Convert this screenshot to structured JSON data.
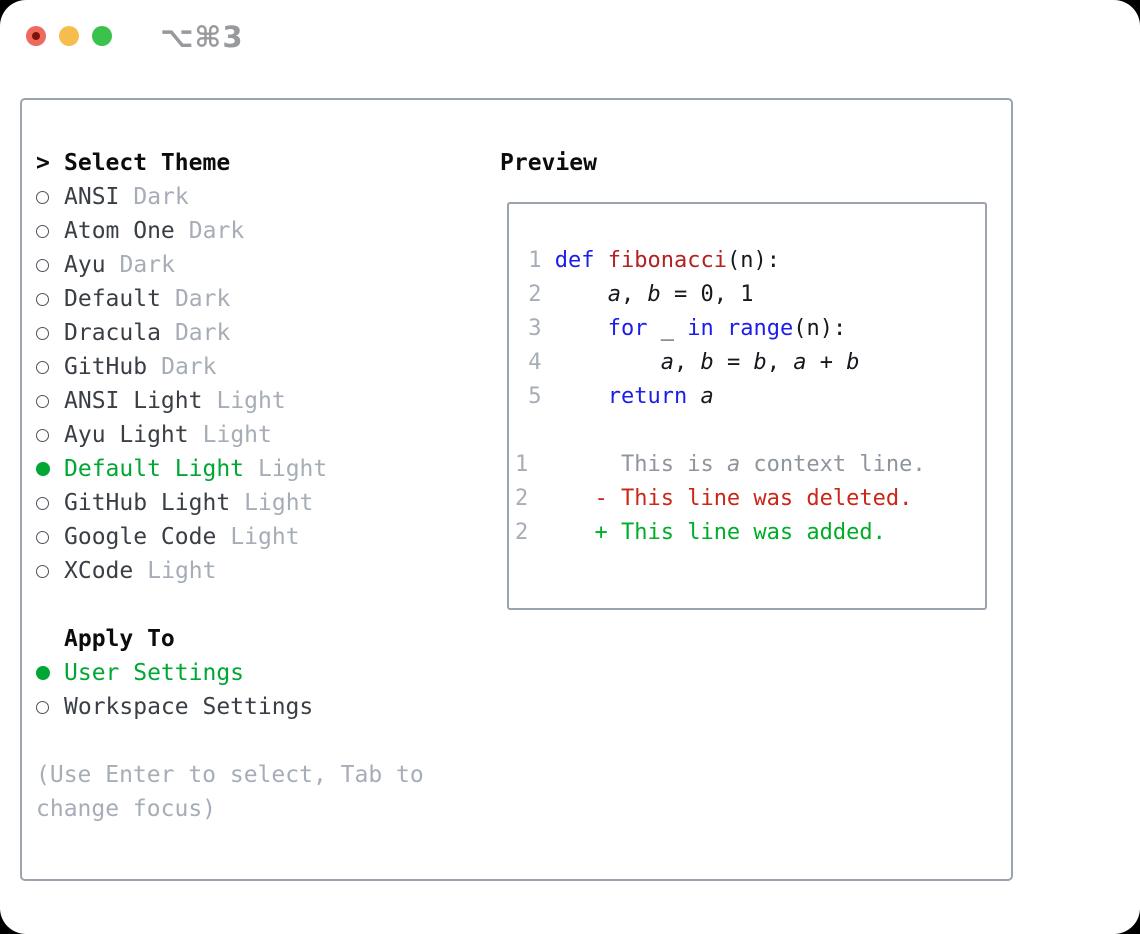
{
  "titlebar": {
    "shortcut": "⌥⌘3",
    "buttons": [
      {
        "label": "close"
      },
      {
        "label": "minimize"
      },
      {
        "label": "zoom"
      }
    ]
  },
  "theme_picker": {
    "header_prefix": ">",
    "header": "Select Theme",
    "themes": [
      {
        "name": "ANSI",
        "tag": "Dark",
        "selected": false
      },
      {
        "name": "Atom One",
        "tag": "Dark",
        "selected": false
      },
      {
        "name": "Ayu",
        "tag": "Dark",
        "selected": false
      },
      {
        "name": "Default",
        "tag": "Dark",
        "selected": false
      },
      {
        "name": "Dracula",
        "tag": "Dark",
        "selected": false
      },
      {
        "name": "GitHub",
        "tag": "Dark",
        "selected": false
      },
      {
        "name": "ANSI Light",
        "tag": "Light",
        "selected": false
      },
      {
        "name": "Ayu Light",
        "tag": "Light",
        "selected": false
      },
      {
        "name": "Default Light",
        "tag": "Light",
        "selected": true
      },
      {
        "name": "GitHub Light",
        "tag": "Light",
        "selected": false
      },
      {
        "name": "Google Code",
        "tag": "Light",
        "selected": false
      },
      {
        "name": "XCode",
        "tag": "Light",
        "selected": false
      }
    ],
    "apply_to": {
      "header": "Apply To",
      "options": [
        {
          "name": "User Settings",
          "selected": true
        },
        {
          "name": "Workspace Settings",
          "selected": false
        }
      ]
    },
    "help_lines": [
      "(Use Enter to select, Tab to",
      "change focus)"
    ]
  },
  "preview": {
    "header": "Preview",
    "lines": [
      {
        "type": "code",
        "segs": [
          {
            "t": " 1 ",
            "c": "ln"
          },
          {
            "t": "def",
            "c": "kw"
          },
          {
            "t": " ",
            "c": "pl"
          },
          {
            "t": "fibonacci",
            "c": "fn"
          },
          {
            "t": "(n):",
            "c": "pl"
          }
        ]
      },
      {
        "type": "code",
        "segs": [
          {
            "t": " 2 ",
            "c": "ln"
          },
          {
            "t": "    ",
            "c": "pl"
          },
          {
            "t": "a",
            "c": "vr"
          },
          {
            "t": ", ",
            "c": "pl"
          },
          {
            "t": "b",
            "c": "vr"
          },
          {
            "t": " = 0, 1",
            "c": "pl"
          }
        ]
      },
      {
        "type": "code",
        "segs": [
          {
            "t": " 3 ",
            "c": "ln"
          },
          {
            "t": "    ",
            "c": "pl"
          },
          {
            "t": "for",
            "c": "kw"
          },
          {
            "t": " _ ",
            "c": "pl"
          },
          {
            "t": "in",
            "c": "kw"
          },
          {
            "t": " ",
            "c": "pl"
          },
          {
            "t": "range",
            "c": "kw"
          },
          {
            "t": "(n):",
            "c": "pl"
          }
        ]
      },
      {
        "type": "code",
        "segs": [
          {
            "t": " 4 ",
            "c": "ln"
          },
          {
            "t": "        ",
            "c": "pl"
          },
          {
            "t": "a",
            "c": "vr"
          },
          {
            "t": ", ",
            "c": "pl"
          },
          {
            "t": "b",
            "c": "vr"
          },
          {
            "t": " = ",
            "c": "pl"
          },
          {
            "t": "b",
            "c": "vr"
          },
          {
            "t": ", ",
            "c": "pl"
          },
          {
            "t": "a",
            "c": "vr"
          },
          {
            "t": " + ",
            "c": "pl"
          },
          {
            "t": "b",
            "c": "vr"
          }
        ]
      },
      {
        "type": "code",
        "segs": [
          {
            "t": " 5 ",
            "c": "ln"
          },
          {
            "t": "    ",
            "c": "pl"
          },
          {
            "t": "return",
            "c": "kw"
          },
          {
            "t": " ",
            "c": "pl"
          },
          {
            "t": "a",
            "c": "vr"
          }
        ]
      },
      {
        "type": "blank",
        "segs": []
      },
      {
        "type": "diff",
        "segs": [
          {
            "t": "1",
            "c": "ln"
          },
          {
            "t": "       ",
            "c": "pl"
          },
          {
            "t": "This is ",
            "c": "ctx"
          },
          {
            "t": "a",
            "c": "ctxi"
          },
          {
            "t": " context line.",
            "c": "ctx"
          }
        ]
      },
      {
        "type": "diff",
        "segs": [
          {
            "t": "2",
            "c": "ln"
          },
          {
            "t": "     ",
            "c": "pl"
          },
          {
            "t": "- This line was deleted.",
            "c": "del"
          }
        ]
      },
      {
        "type": "diff",
        "segs": [
          {
            "t": "2",
            "c": "ln"
          },
          {
            "t": "     ",
            "c": "pl"
          },
          {
            "t": "+ This line was added.",
            "c": "add"
          }
        ]
      }
    ]
  },
  "colors": {
    "tl-red": "#ee6a5f",
    "tl-red-dot": "#7d130a",
    "tl-yellow": "#f6bd4e",
    "tl-green": "#3ac24c",
    "titlebar-text": "#97999d",
    "border-gray": "#9ba3ae",
    "accent-green": "#00a733",
    "circle-outline": "#4e545c",
    "line-number": "#a6adb7",
    "kw-blue": "#1b1de8",
    "fn-red": "#b32121",
    "code-ink": "#15181c",
    "ctx-gray": "#8e959d",
    "diff-red": "#ca2717",
    "diff-green": "#00ad29"
  }
}
